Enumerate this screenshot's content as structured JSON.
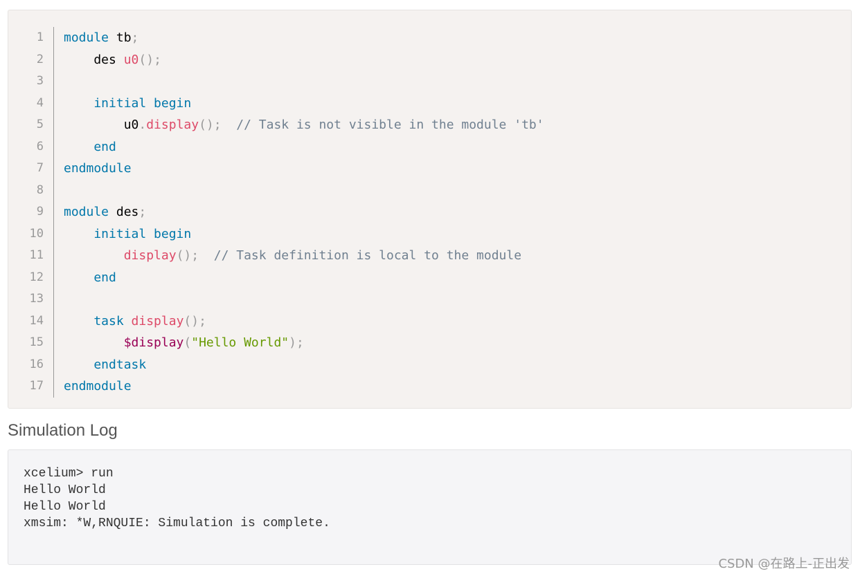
{
  "code_block": {
    "line_numbers": [
      "1",
      "2",
      "3",
      "4",
      "5",
      "6",
      "7",
      "8",
      "9",
      "10",
      "11",
      "12",
      "13",
      "14",
      "15",
      "16",
      "17"
    ],
    "lines": [
      [
        {
          "t": "module",
          "c": "kw"
        },
        {
          "t": " tb",
          "c": "id"
        },
        {
          "t": ";",
          "c": "pn"
        }
      ],
      [
        {
          "t": "    des ",
          "c": "id"
        },
        {
          "t": "u0",
          "c": "fn"
        },
        {
          "t": "();",
          "c": "pn"
        }
      ],
      [],
      [
        {
          "t": "    initial begin",
          "c": "kw"
        }
      ],
      [
        {
          "t": "        u0",
          "c": "id"
        },
        {
          "t": ".",
          "c": "pn"
        },
        {
          "t": "display",
          "c": "fn"
        },
        {
          "t": "();",
          "c": "pn"
        },
        {
          "t": "  // Task is not visible in the module 'tb'",
          "c": "cm"
        }
      ],
      [
        {
          "t": "    end",
          "c": "kw"
        }
      ],
      [
        {
          "t": "endmodule",
          "c": "kw"
        }
      ],
      [],
      [
        {
          "t": "module",
          "c": "kw"
        },
        {
          "t": " des",
          "c": "id"
        },
        {
          "t": ";",
          "c": "pn"
        }
      ],
      [
        {
          "t": "    initial begin",
          "c": "kw"
        }
      ],
      [
        {
          "t": "        display",
          "c": "fn"
        },
        {
          "t": "();",
          "c": "pn"
        },
        {
          "t": "  // Task definition is local to the module",
          "c": "cm"
        }
      ],
      [
        {
          "t": "    end",
          "c": "kw"
        }
      ],
      [],
      [
        {
          "t": "    task ",
          "c": "kw"
        },
        {
          "t": "display",
          "c": "fn"
        },
        {
          "t": "();",
          "c": "pn"
        }
      ],
      [
        {
          "t": "        $display",
          "c": "sy"
        },
        {
          "t": "(",
          "c": "pn"
        },
        {
          "t": "\"Hello World\"",
          "c": "st"
        },
        {
          "t": ");",
          "c": "pn"
        }
      ],
      [
        {
          "t": "    endtask",
          "c": "kw"
        }
      ],
      [
        {
          "t": "endmodule",
          "c": "kw"
        }
      ]
    ]
  },
  "log": {
    "title": "Simulation Log",
    "lines": [
      "xcelium> run",
      "Hello World",
      "Hello World",
      "xmsim: *W,RNQUIE: Simulation is complete."
    ]
  },
  "watermark": "CSDN @在路上-正出发",
  "colors": {
    "keyword": "#0077aa",
    "function": "#dd4a68",
    "punctuation": "#999999",
    "comment": "#708090",
    "string": "#669900",
    "system_task": "#990055",
    "code_background": "#f5f2f0",
    "log_background": "#f5f5f7"
  }
}
